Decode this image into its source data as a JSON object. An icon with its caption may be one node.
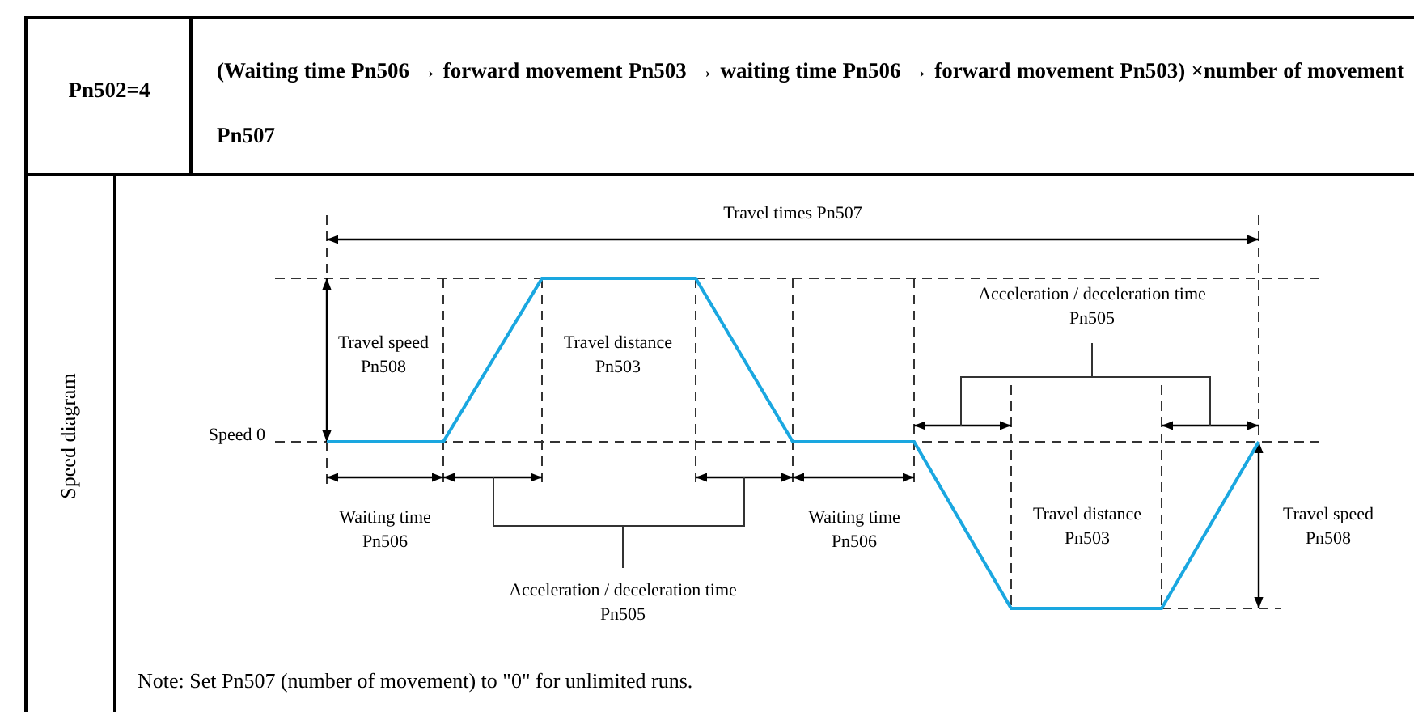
{
  "diagram": {
    "labels": [
      "Pn502=4",
      "(Waiting time Pn506 → forward movement Pn503 → waiting time Pn506 → forward movement Pn503) ×number of movement Pn507",
      "Speed diagram",
      "Travel times Pn507",
      "Acceleration / deceleration time Pn505",
      "Travel speed Pn508",
      "Travel distance Pn503",
      "Speed 0",
      "Waiting time Pn506",
      "Waiting time Pn506",
      "Travel distance Pn503",
      "Travel speed Pn508",
      "Acceleration / deceleration time Pn505",
      "Note: Set Pn507 (number of movement) to \"0\" for unlimited runs."
    ]
  }
}
